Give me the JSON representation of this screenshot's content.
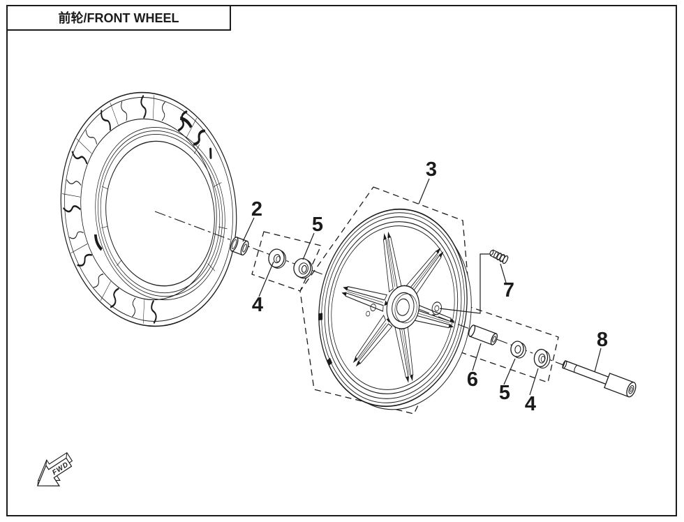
{
  "window": {
    "title": "前轮/FRONT WHEEL"
  },
  "diagram": {
    "type": "exploded-parts-diagram",
    "assembly": "front-wheel",
    "direction_label": "FWD",
    "callouts": {
      "part2": "2",
      "part3": "3",
      "part4": "4",
      "part5": "5",
      "part6": "6",
      "part7": "7",
      "part8": "8"
    }
  },
  "colors": {
    "line": "#1b1b1b",
    "background": "#ffffff"
  }
}
